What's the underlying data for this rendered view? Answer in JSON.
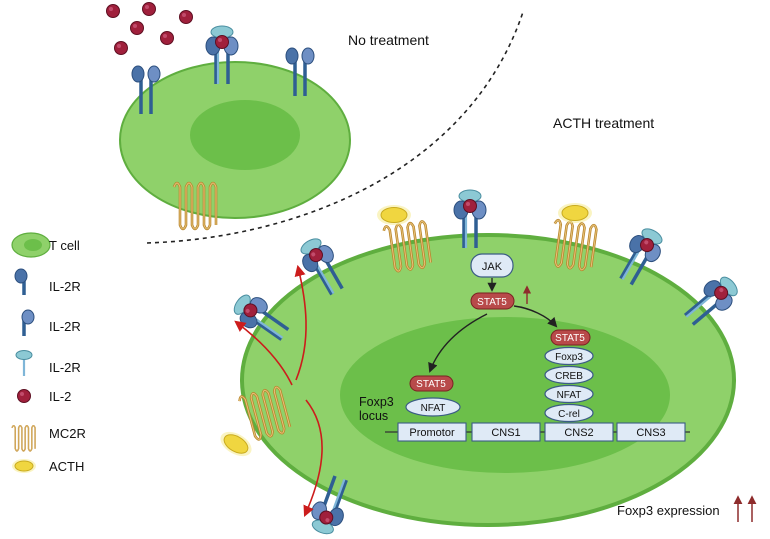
{
  "labels": {
    "no_treatment": "No treatment",
    "acth_treatment": "ACTH treatment",
    "foxp3_expression": "Foxp3 expression",
    "foxp3_locus_line1": "Foxp3",
    "foxp3_locus_line2": "locus"
  },
  "legend": [
    {
      "icon": "t-cell-icon",
      "label": "T cell"
    },
    {
      "icon": "il2r-beta-chain-icon",
      "label": "IL-2R"
    },
    {
      "icon": "il2r-gamma-chain-icon",
      "label": "IL-2R"
    },
    {
      "icon": "il2r-alpha-chain-icon",
      "label": "IL-2R"
    },
    {
      "icon": "il2-icon",
      "label": "IL-2"
    },
    {
      "icon": "mc2r-icon",
      "label": "MC2R"
    },
    {
      "icon": "acth-icon",
      "label": "ACTH"
    }
  ],
  "signaling": {
    "jak": "JAK",
    "stat5_cytoplasm": "STAT5",
    "stat5_nucleus_left": "STAT5",
    "nfat_left": "NFAT",
    "stat5_nucleus_right": "STAT5",
    "foxp3": "Foxp3",
    "creb": "CREB",
    "nfat_right": "NFAT",
    "crel": "C-rel"
  },
  "locus": [
    "Promotor",
    "CNS1",
    "CNS2",
    "CNS3"
  ],
  "colors": {
    "cell_fill": "#8fd16a",
    "cell_stroke": "#5fae3f",
    "nucleus": "#6cbf4a",
    "stat5": "#b84a4a",
    "il2": "#a0203c",
    "receptor_blue": "#4a72a8",
    "receptor_teal": "#8cc9d4",
    "mc2r": "#c99a3c",
    "acth": "#f3dc57",
    "arrow_red": "#cc1c1c",
    "pill_fill": "#dfeaf6",
    "pill_stroke": "#3b5c85"
  }
}
